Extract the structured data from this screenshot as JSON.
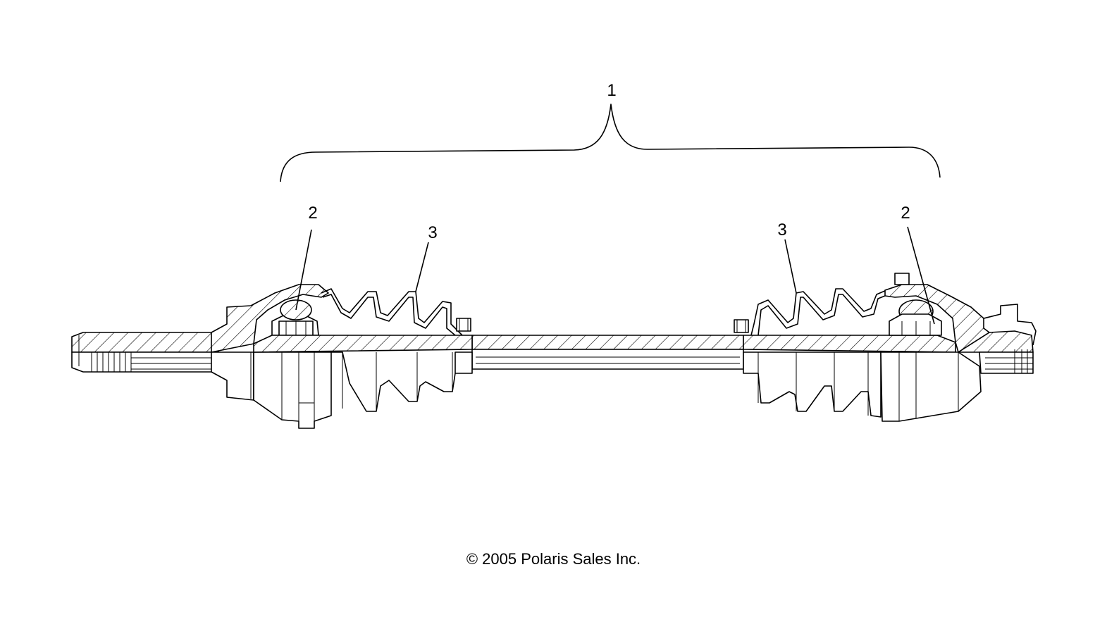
{
  "callouts": {
    "assembly": "1",
    "bearing_left": "2",
    "boot_left": "3",
    "boot_right": "3",
    "bearing_right": "2"
  },
  "footer": {
    "copyright": "© 2005 Polaris Sales Inc."
  }
}
